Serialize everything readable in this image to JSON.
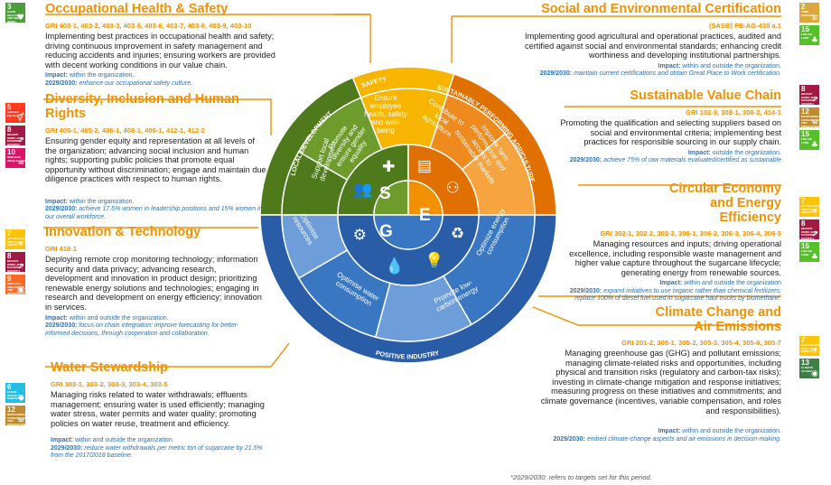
{
  "wheel": {
    "letters": {
      "s": "S",
      "e": "E",
      "g": "G"
    },
    "outer_labels": {
      "local": "LOCAL DEVELOPMENT",
      "safety": "SAFETY",
      "agriculture": "SUSTAINABLY PERFORMING AGRICULTURE",
      "industry": "POSITIVE INDUSTRY"
    },
    "segments": {
      "local_dev": "Support local development",
      "diversity": "Promote diversity and ensure gender equality",
      "safety": "Ensure employee health, safety and well-being",
      "local_agri": "Contribute to local agriculture",
      "farm": "Improve farm performance and access to sustainable markets",
      "energy": "Optimize energy consumption",
      "low_carbon": "Promote low-carbon energy",
      "water": "Optimise water consumption",
      "resources": "Optimise resources"
    },
    "icons": [
      "people-shield-icon",
      "health-plus-icon",
      "document-icon",
      "hierarchy-icon",
      "recycle-icon",
      "lightbulb-icon",
      "water-drop-icon",
      "gear-icon"
    ],
    "colors": {
      "orange": "#f29100",
      "light_orange": "#f6a440",
      "mid_orange": "#ef8a1f",
      "dark_orange": "#e07000",
      "yellow": "#f7b500",
      "green": "#6e9c2c",
      "dark_green": "#4f7a1b",
      "blue": "#3a77c2",
      "light_blue": "#6e9ed9",
      "dark_blue": "#2a5da8"
    }
  },
  "panels": {
    "ohs": {
      "title": "Occupational Health & Safety",
      "gri": "GRI 403-1, 403-2, 403-3, 403-5, 403-6, 403-7, 403-8, 403-9, 403-10",
      "desc": "Implementing best practices in occupational health and safety; driving continuous improvement in safety management and reducing accidents and injuries; ensuring workers are provided with decent working conditions in our value chain.",
      "impact_label": "Impact:",
      "impact": "within the organization.",
      "target_label": "2029/2030:",
      "target": "enhance our occupational safety culture."
    },
    "diversity": {
      "title": "Diversity, Inclusion and Human Rights",
      "gri": "GRI 405-1, 405-2, 406-1, 408-1, 409-1, 412-1, 412-2",
      "desc": "Ensuring gender equity and representation at all levels of the organization; advancing social inclusion and human rights; supporting public policies that promote equal opportunity without discrimination; engage and maintain due diligence practices with respect to human rights.",
      "impact_label": "Impact:",
      "impact": "within the organization.",
      "target_label": "2029/2030:",
      "target": "achieve 17.5% women in leadership positions and 15% women in our overall workforce."
    },
    "innovation": {
      "title": "Innovation & Technology",
      "gri": "GRI 418-1",
      "desc": "Deploying remote crop monitoring technology; information security and data privacy; advancing research, development and innovation in product design; prioritizing renewable energy solutions and technologies; engaging in research and development on energy efficiency; innovation in services.",
      "impact_label": "Impact:",
      "impact": "within and outside the organization.",
      "target_label": "2029/2030:",
      "target": "focus on chain integration: improve forecasting for better-informed decisions, through cooperation and collaboration."
    },
    "water": {
      "title": "Water Stewardship",
      "gri": "GRI 303-1, 303-2, 303-3, 303-4, 303-5",
      "desc": "Managing risks related to water withdrawals; effluents management; ensuring water is used efficiently; managing water stress, water permits and water quality; promoting policies on water reuse, treatment and efficiency.",
      "impact_label": "Impact:",
      "impact": "within and outside the organization.",
      "target_label": "2029/2030:",
      "target": "reduce water withdrawals per metric ton of sugarcane by 21.5% from the 2017/2018 baseline."
    },
    "social_env": {
      "title": "Social and Environmental Certification",
      "gri": "(SASB) FB-AG-430 a.1",
      "desc": "Implementing good agricultural and operational practices, audited and certified against social and environmental standards; enhancing credit worthiness and developing institutional partnerships.",
      "impact_label": "Impact:",
      "impact": "within and outside the organization.",
      "target_label": "2029/2030:",
      "target": "maintain current certifications and obtain Great Place to Work certification."
    },
    "value_chain": {
      "title": "Sustainable Value Chain",
      "gri": "GRI 102-9, 308-1, 308-2, 414-1",
      "desc": "Promoting the qualification and selecting suppliers based on social and environmental criteria; implementing best practices for responsible sourcing in our supply chain.",
      "impact_label": "Impact:",
      "impact": "outside the organization.",
      "target_label": "2029/2030:",
      "target": "achieve 75% of raw materials evaluated/certified as sustainable"
    },
    "circular": {
      "title": "Circular Economy and Energy Efficiency",
      "gri": "GRI 302-1, 302-2, 302-3, 306-1, 306-2, 306-3, 306-4, 306-5",
      "desc": "Managing resources and inputs; driving operational excellence, including responsible waste management and higher value capture throughout the sugarcane lifecycle; generating energy from renewable sources.",
      "impact_label": "Impact:",
      "impact": "within and outside the organization",
      "target_label": "2029/2030:",
      "target": "expand initiatives to use organic rather than chemical fertilizers; replace 100% of diesel fuel used in sugarcane haul trucks by biomethane."
    },
    "climate": {
      "title": "Climate Change and Air Emissions",
      "gri": "GRI 201-2, 305-1, 305-2, 305-3, 305-4, 305-6, 305-7",
      "desc": "Managing greenhouse gas (GHG) and pollutant emissions; managing climate-related risks and opportunities, including physical and transition risks (regulatory and carbon-tax risks); investing in climate-change mitigation and response initiatives; measuring progress on these initiatives and commitments; and climate governance (incentives, variable compensation, and roles and responsibilities).",
      "impact_label": "Impact:",
      "impact": "within and outside the organization.",
      "target_label": "2029/2030:",
      "target": "embed climate-change aspects and air emissions in decision-making."
    }
  },
  "sdgs": {
    "ohs": [
      {
        "num": "3",
        "label": "GOOD HEALTH AND WELL-BEING",
        "color": "#4c9f38",
        "glyph": "♥"
      }
    ],
    "diversity": [
      {
        "num": "5",
        "label": "GENDER EQUALITY",
        "color": "#ff3a21",
        "glyph": "⚥"
      },
      {
        "num": "8",
        "label": "DECENT WORK AND ECONOMIC GROWTH",
        "color": "#a21942",
        "glyph": "↗"
      },
      {
        "num": "10",
        "label": "REDUCED INEQUALITIES",
        "color": "#dd1367",
        "glyph": "="
      }
    ],
    "innovation": [
      {
        "num": "7",
        "label": "AFFORDABLE AND CLEAN ENERGY",
        "color": "#fcc30b",
        "glyph": "☀"
      },
      {
        "num": "8",
        "label": "DECENT WORK AND ECONOMIC GROWTH",
        "color": "#a21942",
        "glyph": "↗"
      },
      {
        "num": "9",
        "label": "INDUSTRY, INNOVATION AND INFRASTRUCTURE",
        "color": "#fd6925",
        "glyph": "▣"
      }
    ],
    "water": [
      {
        "num": "6",
        "label": "CLEAN WATER AND SANITATION",
        "color": "#26bde2",
        "glyph": "◆"
      },
      {
        "num": "12",
        "label": "RESPONSIBLE CONSUMPTION AND PRODUCTION",
        "color": "#bf8b2e",
        "glyph": "∞"
      }
    ],
    "social_env": [
      {
        "num": "2",
        "label": "ZERO HUNGER",
        "color": "#dda63a",
        "glyph": "≋"
      },
      {
        "num": "15",
        "label": "LIFE ON LAND",
        "color": "#56c02b",
        "glyph": "♣"
      }
    ],
    "value_chain": [
      {
        "num": "8",
        "label": "DECENT WORK AND ECONOMIC GROWTH",
        "color": "#a21942",
        "glyph": "↗"
      },
      {
        "num": "12",
        "label": "RESPONSIBLE CONSUMPTION AND PRODUCTION",
        "color": "#bf8b2e",
        "glyph": "∞"
      },
      {
        "num": "15",
        "label": "LIFE ON LAND",
        "color": "#56c02b",
        "glyph": "♣"
      }
    ],
    "circular": [
      {
        "num": "7",
        "label": "AFFORDABLE AND CLEAN ENERGY",
        "color": "#fcc30b",
        "glyph": "☀"
      },
      {
        "num": "8",
        "label": "DECENT WORK AND ECONOMIC GROWTH",
        "color": "#a21942",
        "glyph": "↗"
      },
      {
        "num": "15",
        "label": "LIFE ON LAND",
        "color": "#56c02b",
        "glyph": "♣"
      }
    ],
    "climate": [
      {
        "num": "7",
        "label": "AFFORDABLE AND CLEAN ENERGY",
        "color": "#fcc30b",
        "glyph": "☀"
      },
      {
        "num": "13",
        "label": "CLIMATE ACTION",
        "color": "#3f7e44",
        "glyph": "◉"
      }
    ]
  },
  "footnote": "*2029/2030: refers to targets set for this period."
}
